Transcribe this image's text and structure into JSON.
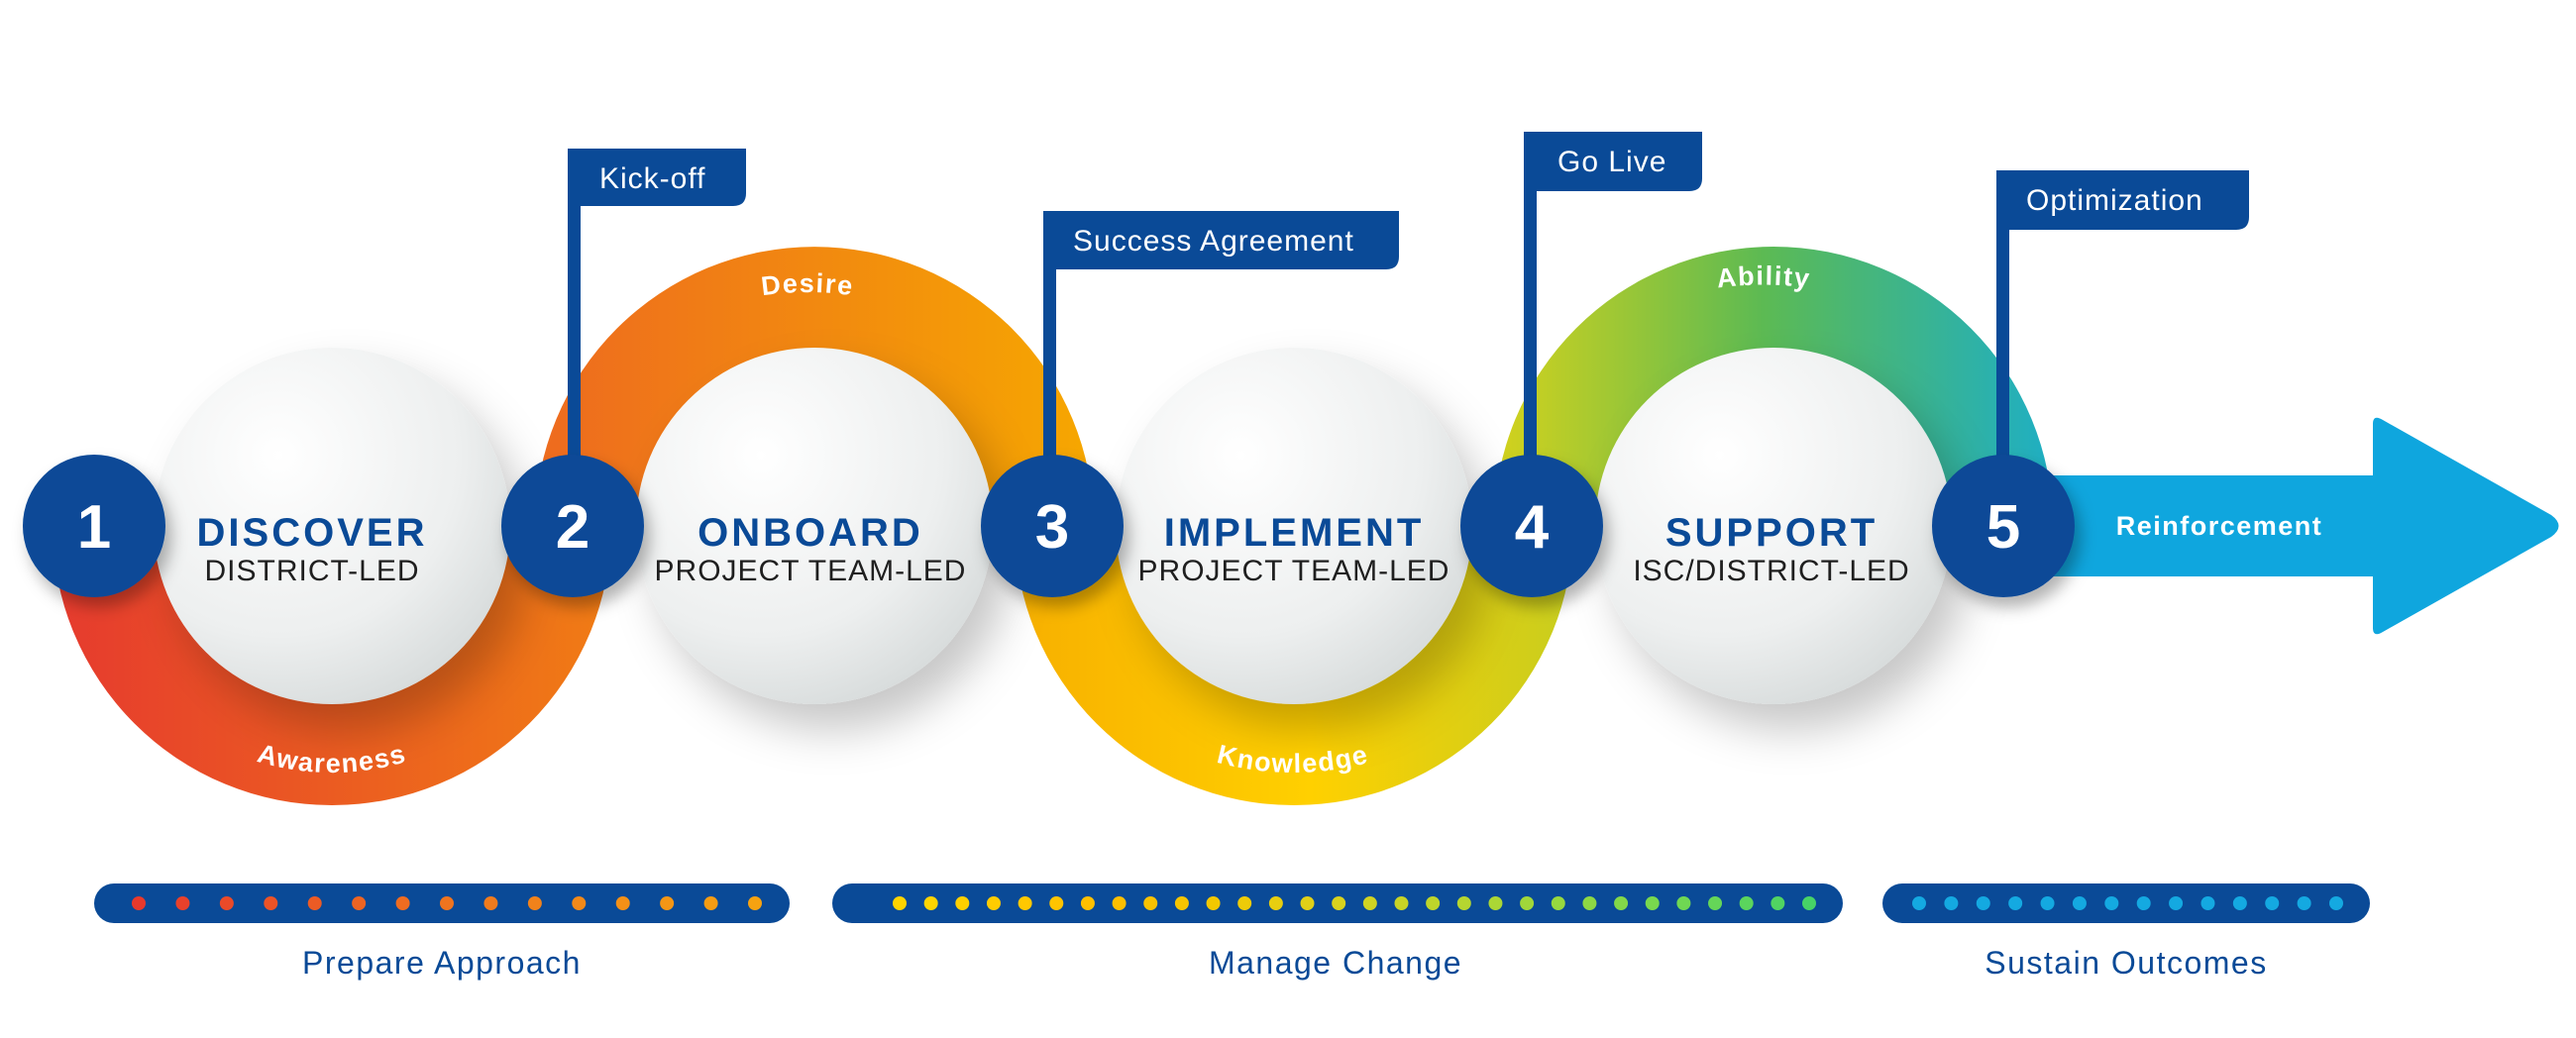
{
  "colors": {
    "navy": "#0A4A97",
    "red": "#E63B2E",
    "orange": "#F07A15",
    "amber": "#F6A800",
    "yellow": "#FFD400",
    "lime": "#C8D21F",
    "green": "#4BB65C",
    "teal": "#1CB2B5",
    "sky": "#14A9E1",
    "arrow": "#0FA6DE",
    "circle_light": "#FFFFFF",
    "circle_dark": "#D6DADA",
    "phase_text": "#0A4A97"
  },
  "steps": [
    {
      "number": "1",
      "title": "DISCOVER",
      "subtitle": "DISTRICT-LED"
    },
    {
      "number": "2",
      "title": "ONBOARD",
      "subtitle": "PROJECT TEAM-LED"
    },
    {
      "number": "3",
      "title": "IMPLEMENT",
      "subtitle": "PROJECT TEAM-LED"
    },
    {
      "number": "4",
      "title": "SUPPORT",
      "subtitle": "ISC/DISTRICT-LED"
    },
    {
      "number": "5",
      "title": "",
      "subtitle": ""
    }
  ],
  "flags": [
    "Kick-off",
    "Success Agreement",
    "Go Live",
    "Optimization"
  ],
  "band_labels": [
    "Awareness",
    "Desire",
    "Knowledge",
    "Ability",
    "Reinforcement"
  ],
  "phases": [
    {
      "label": "Prepare Approach",
      "dot_colors": [
        "#E8392C",
        "#E8412B",
        "#EA4A29",
        "#EB5327",
        "#EC5B25",
        "#ED6423",
        "#EE6C21",
        "#EF741F",
        "#F07B1D",
        "#F1821B",
        "#F28919",
        "#F39017",
        "#F49615",
        "#F59C13",
        "#F6A211"
      ]
    },
    {
      "label": "Manage Change",
      "dot_colors": [
        "#FFD400",
        "#FFD400",
        "#FFD000",
        "#FFCC00",
        "#FFC800",
        "#FFC400",
        "#FFC000",
        "#FDBF00",
        "#FAC200",
        "#F6C500",
        "#F2C800",
        "#EDCB08",
        "#E7CE10",
        "#E0D018",
        "#D8D21E",
        "#D0D322",
        "#C7D426",
        "#BED52B",
        "#B5D630",
        "#ABD735",
        "#A1D73A",
        "#97D83F",
        "#8DD844",
        "#83D849",
        "#79D84E",
        "#6FD753",
        "#65D658",
        "#5BD55D",
        "#51D462",
        "#47D367"
      ]
    },
    {
      "label": "Sustain Outcomes",
      "dot_colors": [
        "#14A9E1",
        "#14A9E1",
        "#14A9E1",
        "#14A9E1",
        "#14A9E1",
        "#14A9E1",
        "#14A9E1",
        "#14A9E1",
        "#14A9E1",
        "#14A9E1",
        "#14A9E1",
        "#14A9E1",
        "#14A9E1",
        "#14A9E1"
      ]
    }
  ]
}
